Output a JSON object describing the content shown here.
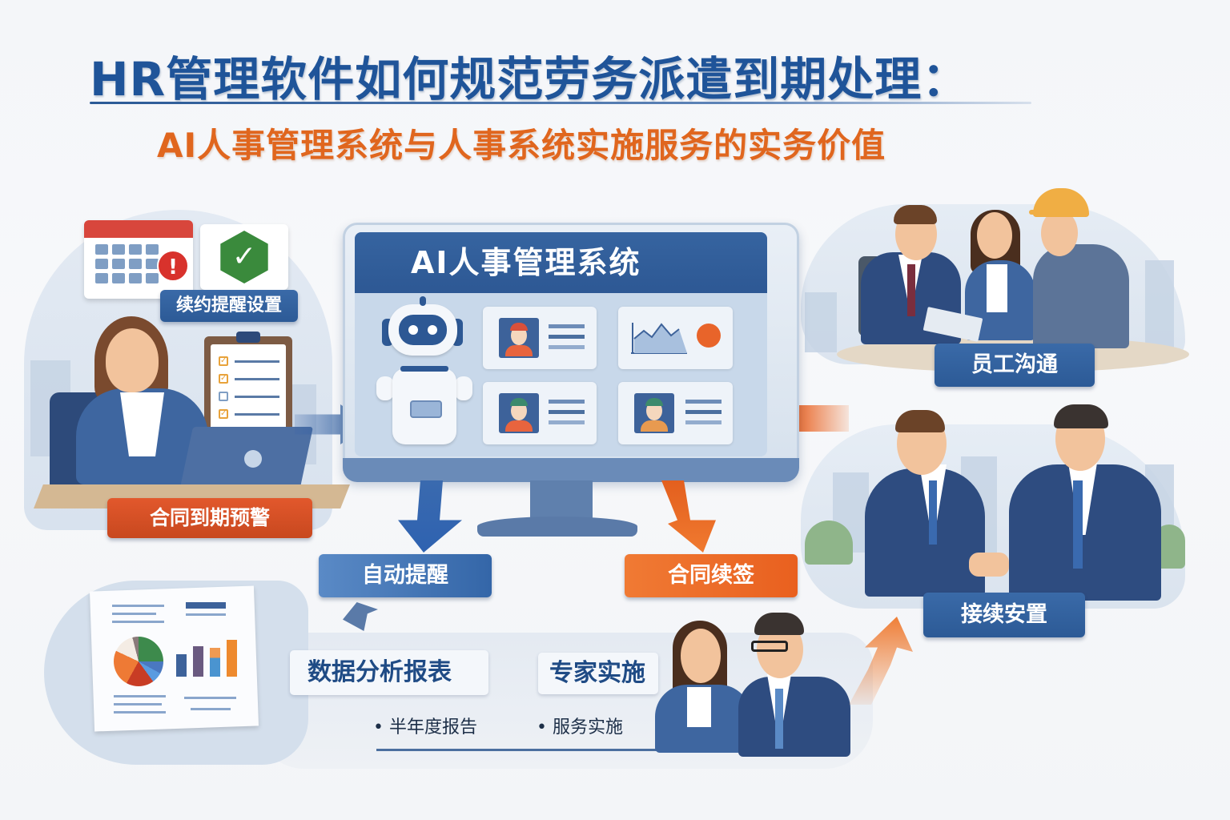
{
  "header": {
    "title": "HR管理软件如何规范劳务派遣到期处理：",
    "subtitle": "AI人事管理系统与人事系统实施服务的实务价值"
  },
  "left_panel": {
    "callout_label": "续约提醒设置",
    "bottom_label": "合同到期预警",
    "icons": [
      "calendar-icon",
      "alert-icon",
      "check-shield-icon",
      "clipboard-checklist-icon",
      "laptop-icon"
    ],
    "alert_symbol": "!",
    "check_symbol": "✓",
    "checklist": [
      true,
      true,
      false,
      true
    ]
  },
  "center_panel": {
    "screen_title": "AI人事管理系统",
    "cards": [
      "employee-profile",
      "analytics-chart",
      "employee-profile",
      "employee-profile"
    ]
  },
  "flow_labels": {
    "left_down": "自动提醒",
    "right_down": "合同续签"
  },
  "right_top": {
    "label": "员工沟通"
  },
  "right_bottom": {
    "label": "接续安置"
  },
  "bottom_panel": {
    "report_label": "数据分析报表",
    "report_bullet": "半年度报告",
    "service_label": "专家实施",
    "service_bullet": "服务实施"
  },
  "colors": {
    "title_blue": "#1f5499",
    "accent_orange": "#e0661e",
    "label_blue": "#2c5a96",
    "label_orange": "#c8481f",
    "background": "#f4f6f9"
  }
}
